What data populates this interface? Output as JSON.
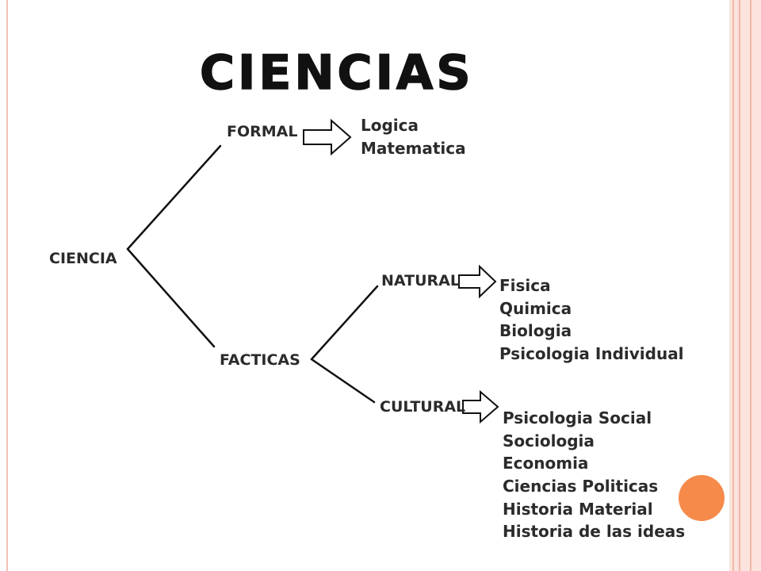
{
  "title": "CIENCIAS",
  "colors": {
    "frame": "#f2c2b6",
    "accent_dot": "#f58a4b",
    "text": "#2b2b2b"
  },
  "nodes": {
    "root": "CIENCIA",
    "formal": "FORMAL",
    "facticas": "FACTICAS",
    "natural": "NATURAL",
    "cultural": "CULTURAL"
  },
  "lists": {
    "formal": [
      "Logica",
      "Matematica"
    ],
    "natural": [
      "Fisica",
      "Quimica",
      "Biologia",
      "Psicologia Individual"
    ],
    "cultural": [
      "Psicologia Social",
      "Sociologia",
      "Economia",
      "Ciencias Politicas",
      "Historia Material",
      "Historia de las ideas"
    ]
  }
}
